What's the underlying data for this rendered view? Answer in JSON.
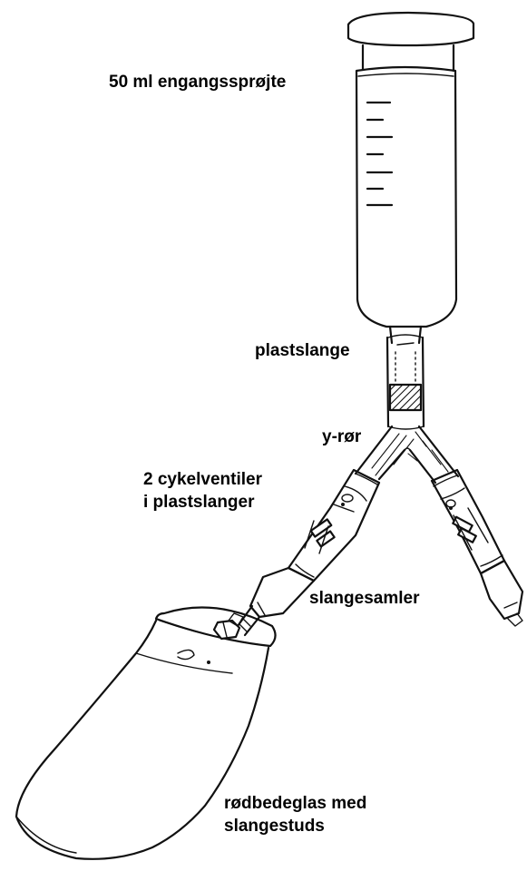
{
  "labels": {
    "syringe": "50 ml engangssprøjte",
    "tube": "plastslange",
    "y_tube": "y-rør",
    "valves_line1": "2 cykelventiler",
    "valves_line2": "i plastslanger",
    "connector": "slangesamler",
    "jar_line1": "rødbedeglas med",
    "jar_line2": "slangestuds"
  }
}
